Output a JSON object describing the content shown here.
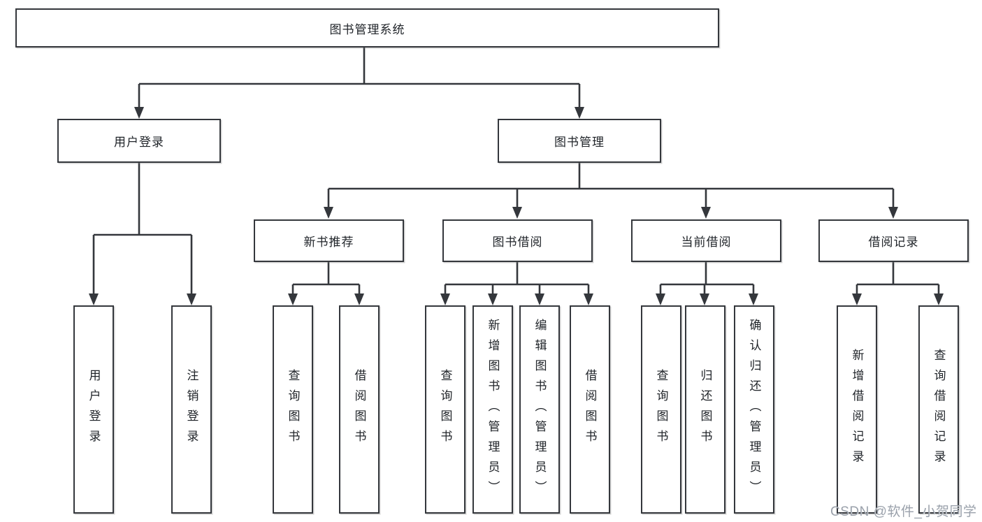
{
  "colors": {
    "background": "#ffffff",
    "line": "#34373c",
    "box_border": "#34373c",
    "text": "#1f2328",
    "watermark": "#9aa1ab"
  },
  "watermark": {
    "text": "CSDN @软件_小贺同学"
  },
  "tree": {
    "root": {
      "label": "图书管理系统",
      "children": [
        {
          "label": "用户登录",
          "children": [
            {
              "label": "用户登录"
            },
            {
              "label": "注销登录"
            }
          ]
        },
        {
          "label": "图书管理",
          "children": [
            {
              "label": "新书推荐",
              "children": [
                {
                  "label": "查询图书"
                },
                {
                  "label": "借阅图书"
                }
              ]
            },
            {
              "label": "图书借阅",
              "children": [
                {
                  "label": "查询图书"
                },
                {
                  "label": "新增图书（管理员）"
                },
                {
                  "label": "编辑图书（管理员）"
                },
                {
                  "label": "借阅图书"
                }
              ]
            },
            {
              "label": "当前借阅",
              "children": [
                {
                  "label": "查询图书"
                },
                {
                  "label": "归还图书"
                },
                {
                  "label": "确认归还（管理员）"
                }
              ]
            },
            {
              "label": "借阅记录",
              "children": [
                {
                  "label": "新增借阅记录"
                },
                {
                  "label": "查询借阅记录"
                }
              ]
            }
          ]
        }
      ]
    }
  }
}
